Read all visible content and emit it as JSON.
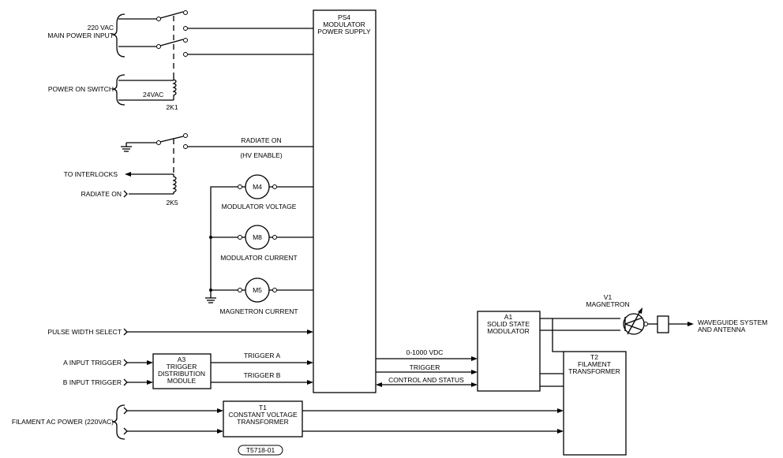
{
  "labels": {
    "main_power_1": "220 VAC",
    "main_power_2": "MAIN POWER INPUT",
    "power_on_switch": "POWER ON SWITCH",
    "vac24": "24VAC",
    "k1": "2K1",
    "radiate_on_top": "RADIATE ON",
    "hv_enable": "(HV ENABLE)",
    "to_interlocks": "TO INTERLOCKS",
    "radiate_on": "RADIATE ON",
    "k5": "2K5",
    "m4_name": "M4",
    "m4_label": "MODULATOR VOLTAGE",
    "m8_name": "M8",
    "m8_label": "MODULATOR CURRENT",
    "m5_name": "M5",
    "m5_label": "MAGNETRON CURRENT",
    "pulse_width_select": "PULSE WIDTH SELECT",
    "a_input_trigger": "A INPUT TRIGGER",
    "b_input_trigger": "B INPUT TRIGGER",
    "trigger_a": "TRIGGER A",
    "trigger_b": "TRIGGER B",
    "filament_ac_power": "FILAMENT AC POWER (220VAC)",
    "vdc": "0-1000 VDC",
    "trigger": "TRIGGER",
    "control_status": "CONTROL AND STATUS",
    "v1_1": "V1",
    "v1_2": "MAGNETRON",
    "waveguide_1": "WAVEGUIDE SYSTEM",
    "waveguide_2": "AND ANTENNA",
    "figure_id": "T5718-01"
  },
  "blocks": {
    "ps4": [
      "PS4",
      "MODULATOR",
      "POWER SUPPLY"
    ],
    "a3": [
      "A3",
      "TRIGGER",
      "DISTRIBUTION",
      "MODULE"
    ],
    "a1": [
      "A1",
      "SOLID STATE",
      "MODULATOR"
    ],
    "t2": [
      "T2",
      "FILAMENT",
      "TRANSFORMER"
    ],
    "t1": [
      "T1",
      "CONSTANT VOLTAGE",
      "TRANSFORMER"
    ]
  }
}
